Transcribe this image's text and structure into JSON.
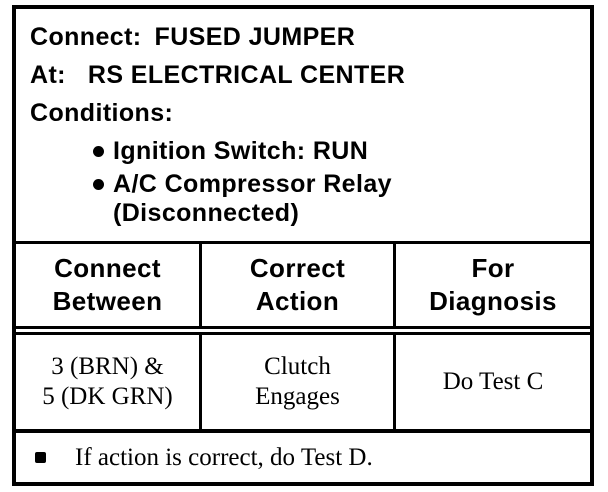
{
  "colors": {
    "ink": "#000000",
    "paper": "#ffffff"
  },
  "setup": {
    "connect_label": "Connect:",
    "connect_value": "FUSED JUMPER",
    "at_label": "At:",
    "at_value": "RS ELECTRICAL CENTER",
    "conditions_label": "Conditions:",
    "conditions": [
      {
        "line1": "Ignition Switch: RUN",
        "line2": ""
      },
      {
        "line1": "A/C Compressor Relay",
        "line2": "(Disconnected)"
      }
    ]
  },
  "table": {
    "columns": [
      {
        "header_line1": "Connect",
        "header_line2": "Between"
      },
      {
        "header_line1": "Correct",
        "header_line2": "Action"
      },
      {
        "header_line1": "For",
        "header_line2": "Diagnosis"
      }
    ],
    "row": {
      "connect_between_line1": "3 (BRN) &",
      "connect_between_line2": "5 (DK GRN)",
      "correct_action_line1": "Clutch",
      "correct_action_line2": "Engages",
      "for_diagnosis": "Do Test C"
    },
    "footnote": "If action is correct, do Test D."
  },
  "icons": {
    "condition_bullet": "filled-circle",
    "footnote_bullet": "filled-square"
  }
}
